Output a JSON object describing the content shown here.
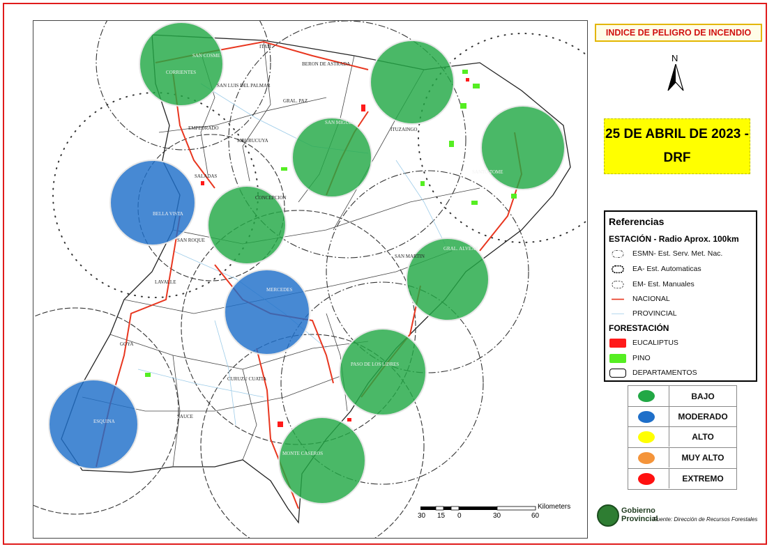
{
  "title": "INDICE DE PELIGRO DE INCENDIO",
  "date_label": "25 DE ABRIL DE 2023 - DRF",
  "north_label": "N",
  "legend": {
    "heading": "Referencias",
    "stations_heading": "ESTACIÓN - Radio Aprox. 100km",
    "items": [
      {
        "label": "ESMN- Est. Serv. Met. Nac.",
        "icon": "dash-dot-circle"
      },
      {
        "label": "EA- Est. Automaticas",
        "icon": "dotted-circle"
      },
      {
        "label": "EM- Est. Manuales",
        "icon": "tick-circle"
      },
      {
        "label": "NACIONAL",
        "icon": "red-line",
        "color": "#e8361f"
      },
      {
        "label": "PROVINCIAL",
        "icon": "blue-line",
        "color": "#9ccbe8"
      }
    ],
    "forest_heading": "FORESTACIÓN",
    "forest_items": [
      {
        "label": "EUCALIPTUS",
        "color": "#ff1a1a"
      },
      {
        "label": "PINO",
        "color": "#55ee22"
      },
      {
        "label": "DEPARTAMENTOS",
        "color": "#ffffff"
      }
    ]
  },
  "danger_levels": [
    {
      "label": "BAJO",
      "color": "#22a845"
    },
    {
      "label": "MODERADO",
      "color": "#1f6fc9"
    },
    {
      "label": "ALTO",
      "color": "#ffff00"
    },
    {
      "label": "MUY ALTO",
      "color": "#f4943a"
    },
    {
      "label": "EXTREMO",
      "color": "#ff1010"
    }
  ],
  "scale": {
    "unit": "Kilometers",
    "ticks": [
      "30",
      "15",
      "0",
      "30",
      "60"
    ]
  },
  "place_labels": {
    "itati": "ITATI",
    "san_cosme": "SAN COSME",
    "corrientes": "CORRIENTES",
    "berón_de_astrada": "BERON DE ASTRADA",
    "san_luis_del_palmar": "SAN LUIS DEL PALMAR",
    "gral_paz": "GRAL. PAZ",
    "empedrado": "EMPEDRADO",
    "san_miguel": "SAN MIGUEL",
    "ituzaingo": "ITUZAINGO",
    "mburucuya": "MBURUCUYA",
    "saladas": "SALADAS",
    "santo_tome": "SANTO TOME",
    "bella_vista": "BELLA VISTA",
    "concepcion": "CONCEPCION",
    "san_roque": "SAN ROQUE",
    "san_martin": "SAN MARTIN",
    "gral_alvear": "GRAL. ALVEAR",
    "lavalle": "LAVALLE",
    "mercedes": "MERCEDES",
    "goya": "GOYA",
    "paso_de_los_libres": "PASO DE LOS LIBRES",
    "curuzu_cuatia": "CURUZU CUATIA",
    "sauce": "SAUCE",
    "esquina": "ESQUINA",
    "monte_caseros": "MONTE CASEROS"
  },
  "stations": [
    {
      "id": "corrientes",
      "level": "BAJO"
    },
    {
      "id": "ituzaingo",
      "level": "BAJO"
    },
    {
      "id": "santo-tome",
      "level": "BAJO"
    },
    {
      "id": "san-miguel",
      "level": "BAJO"
    },
    {
      "id": "bella-vista",
      "level": "MODERADO"
    },
    {
      "id": "concepcion",
      "level": "BAJO"
    },
    {
      "id": "gral-alvear",
      "level": "BAJO"
    },
    {
      "id": "mercedes",
      "level": "MODERADO"
    },
    {
      "id": "paso-de-los-libres",
      "level": "BAJO"
    },
    {
      "id": "esquina",
      "level": "MODERADO"
    },
    {
      "id": "monte-caseros",
      "level": "BAJO"
    }
  ],
  "logo_text": "Gobierno Provincial",
  "source_text": "Fuente: Dirección de Recursos Forestales"
}
